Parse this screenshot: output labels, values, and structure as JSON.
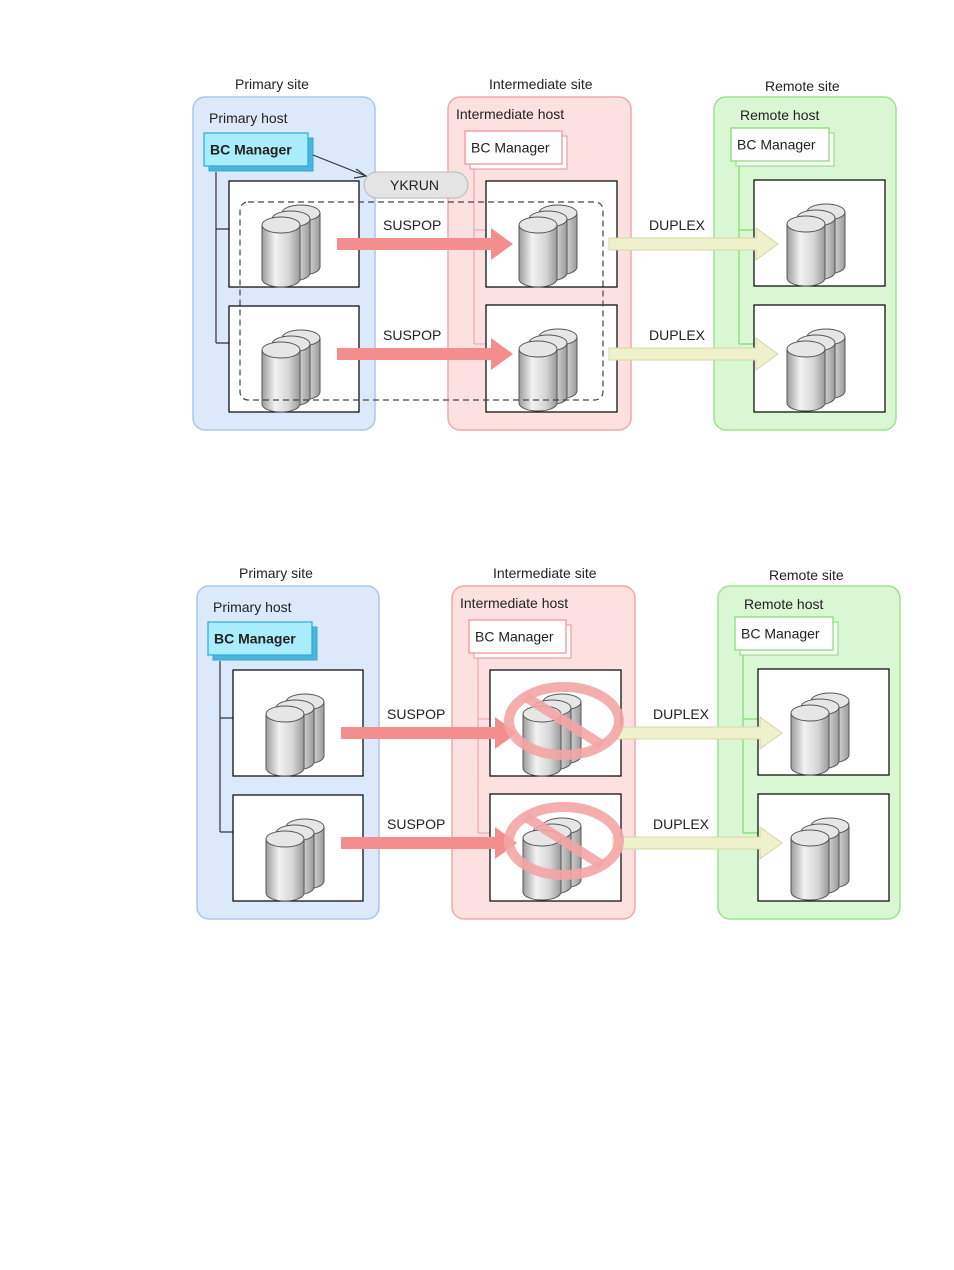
{
  "colors": {
    "primary_fill": "#dbe9fb",
    "primary_stroke": "#a7c7ee",
    "intermediate_fill": "#fde0e0",
    "intermediate_stroke": "#f2a9a9",
    "remote_fill": "#d9f7d3",
    "remote_stroke": "#9ee390",
    "bc_primary_fill": "#a9ecfb",
    "bc_primary_stroke": "#2aaad6",
    "bc_intermediate_stroke": "#f28e8e",
    "bc_remote_stroke": "#7fdc6e",
    "suspop_arrow": "#f48e8e",
    "duplex_arrow": "#eff0cc",
    "duplex_arrow_stroke": "#d6d7a6",
    "prohibit": "#f4a5a5",
    "ykrun_fill": "#e4e4e4",
    "ykrun_stroke": "#b7b7b7"
  },
  "diagrams": [
    {
      "sites": {
        "primary": {
          "label": "Primary site",
          "host": "Primary host",
          "bc_manager": "BC Manager"
        },
        "intermediate": {
          "label": "Intermediate site",
          "host": "Intermediate host",
          "bc_manager": "BC Manager"
        },
        "remote": {
          "label": "Remote site",
          "host": "Remote host",
          "bc_manager": "BC Manager"
        }
      },
      "command": "YKRUN",
      "pairs": [
        {
          "primary_to_intermediate": "SUSPOP",
          "intermediate_to_remote": "DUPLEX"
        },
        {
          "primary_to_intermediate": "SUSPOP",
          "intermediate_to_remote": "DUPLEX"
        }
      ],
      "copy_group_dashed": true,
      "intermediate_volumes_prohibited": false
    },
    {
      "sites": {
        "primary": {
          "label": "Primary site",
          "host": "Primary host",
          "bc_manager": "BC Manager"
        },
        "intermediate": {
          "label": "Intermediate site",
          "host": "Intermediate host",
          "bc_manager": "BC Manager"
        },
        "remote": {
          "label": "Remote site",
          "host": "Remote host",
          "bc_manager": "BC Manager"
        }
      },
      "pairs": [
        {
          "primary_to_intermediate": "SUSPOP",
          "intermediate_to_remote": "DUPLEX"
        },
        {
          "primary_to_intermediate": "SUSPOP",
          "intermediate_to_remote": "DUPLEX"
        }
      ],
      "copy_group_dashed": false,
      "intermediate_volumes_prohibited": true
    }
  ]
}
